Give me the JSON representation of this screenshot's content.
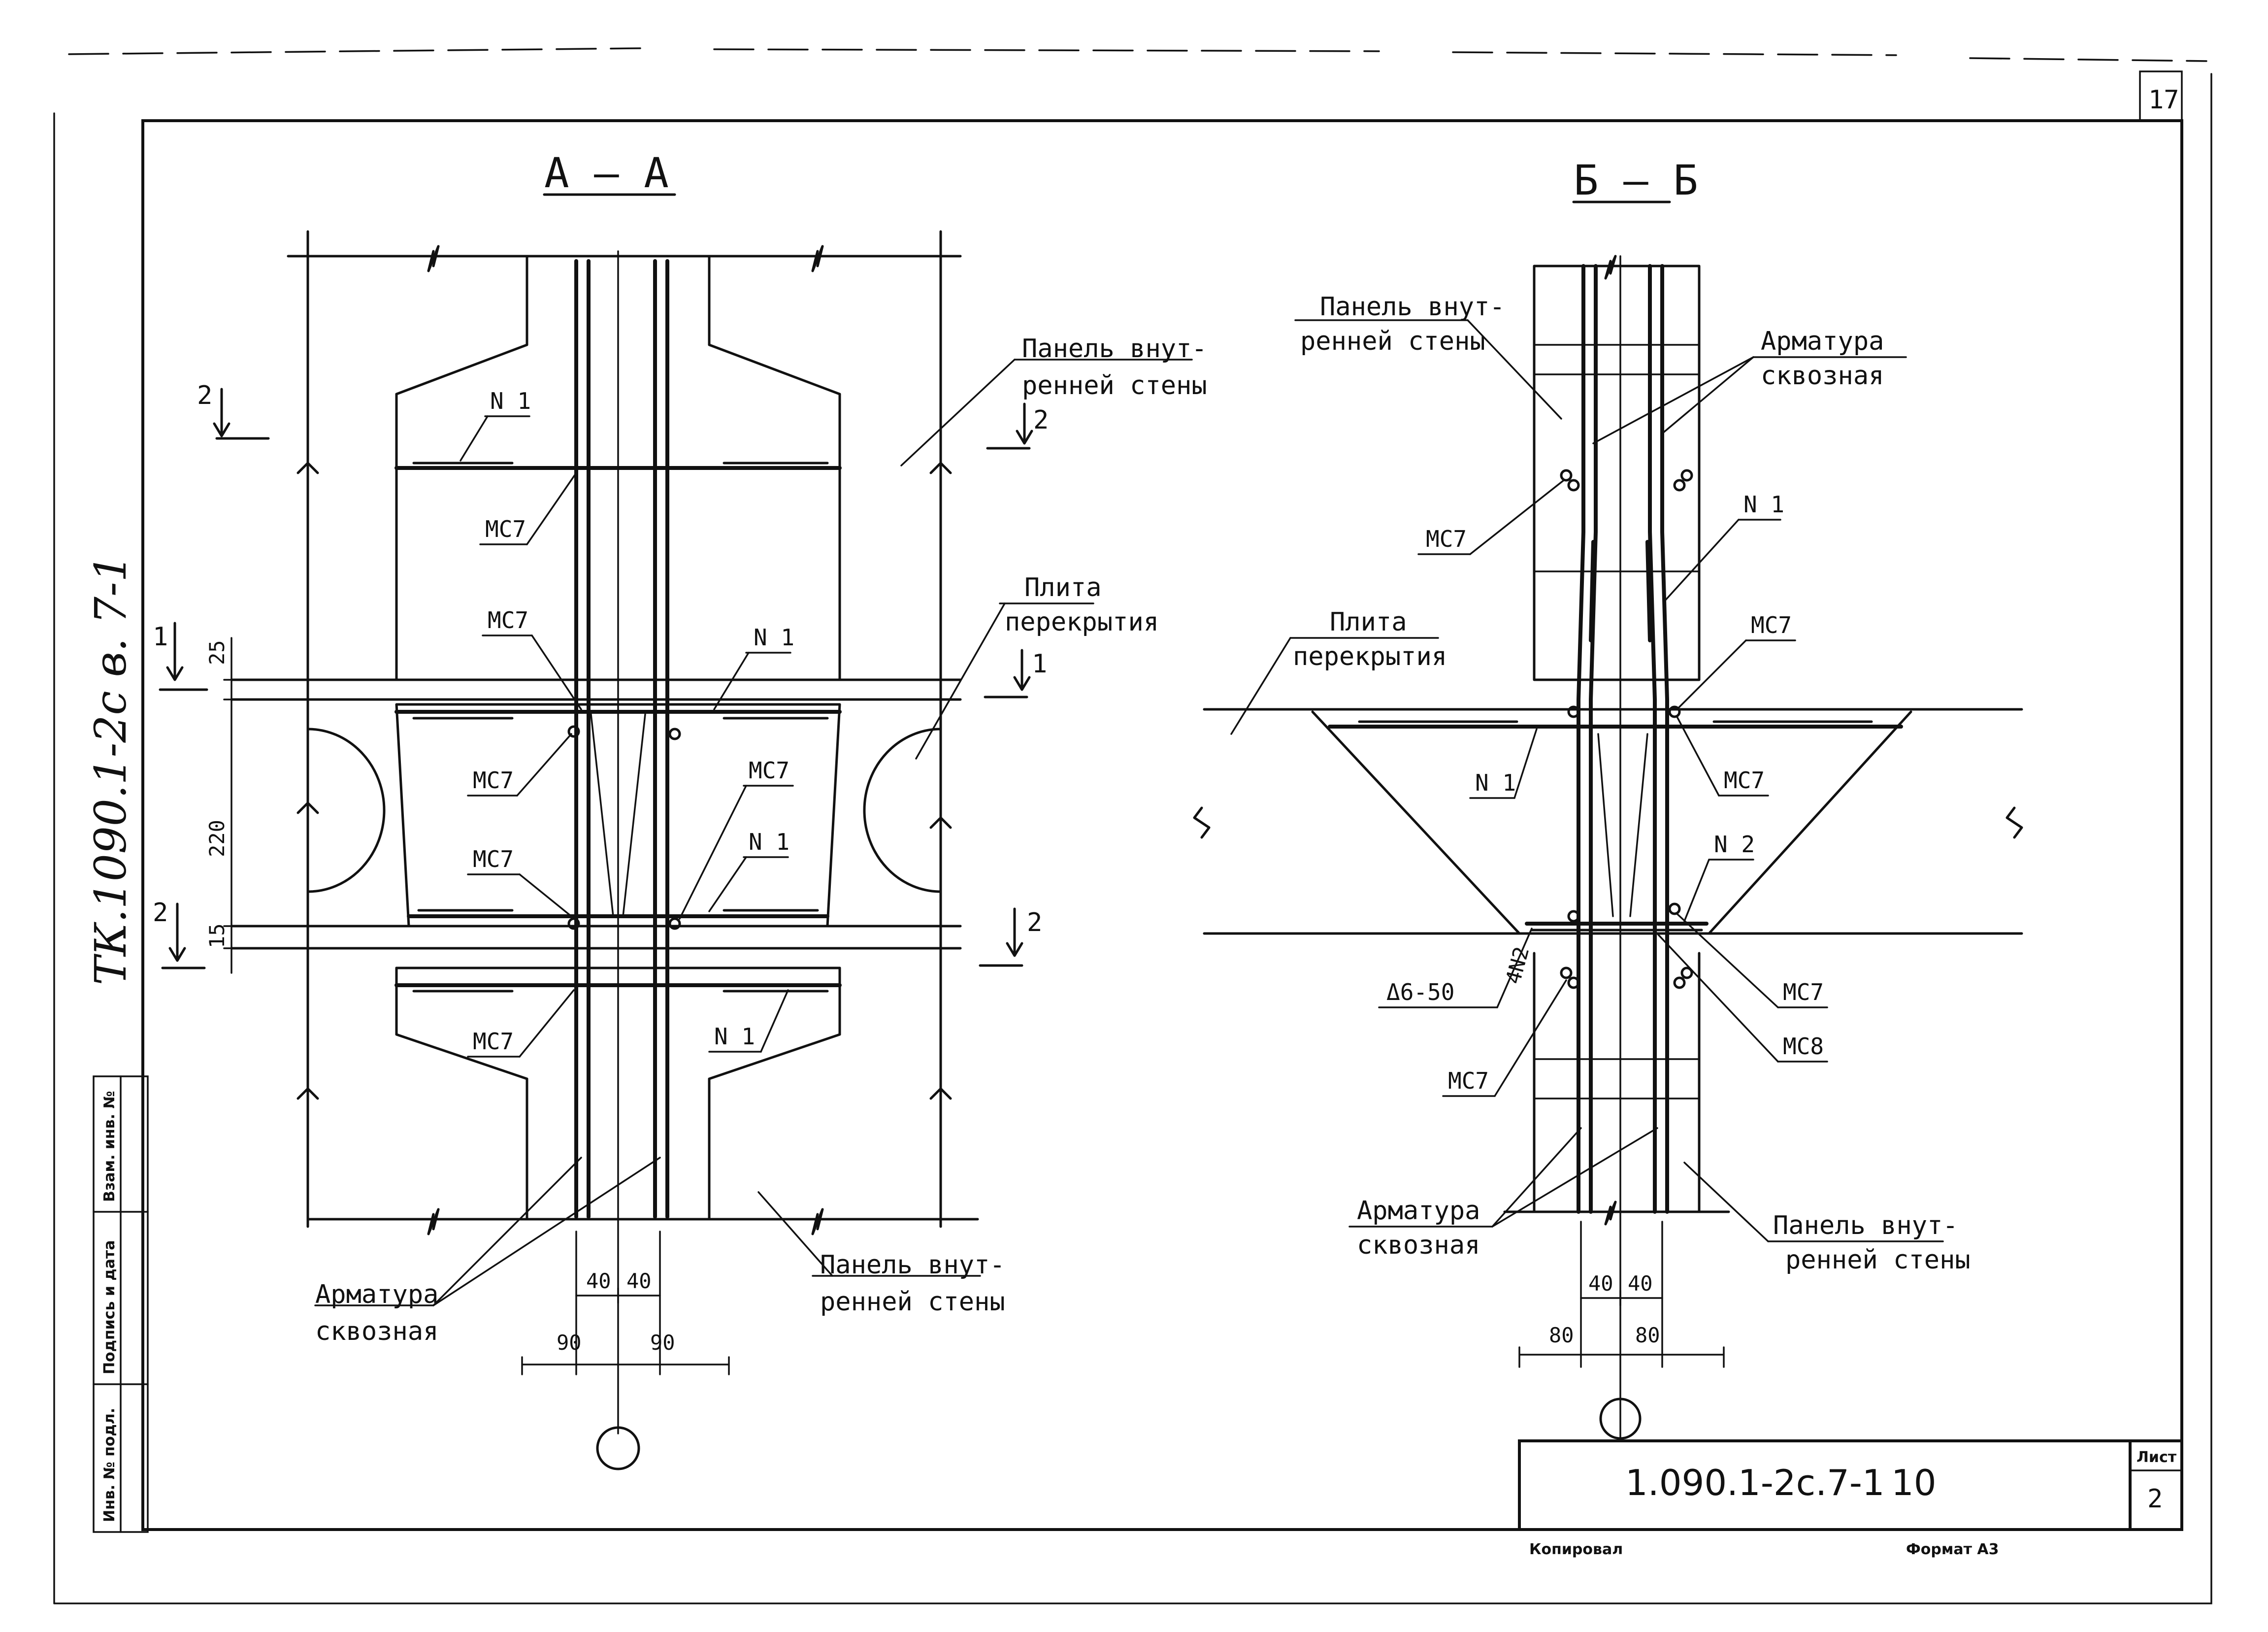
{
  "sheet": {
    "corner_number": "17",
    "drawing_code": "1.090.1-2с.7-1",
    "code_suffix": "10",
    "list_label": "Лист",
    "list_number": "2",
    "copied_label": "Копировал",
    "format_label": "Формат А3",
    "margin_handwritten": "ТК.1090.1-2с в. 7-1",
    "stamp_fields": [
      "Инв. № подл.",
      "Подпись и дата",
      "Взам. инв. №"
    ]
  },
  "section_aa": {
    "title": "А — А",
    "label_panel_right": [
      "Панель внут-",
      "ренней стены"
    ],
    "label_plate": [
      "Плита",
      "перекрытия"
    ],
    "label_panel_bottom": [
      "Панель внут-",
      "ренней стены"
    ],
    "label_rebar": [
      "Арматура",
      "сквозная"
    ],
    "marks": {
      "n1_top": "N 1",
      "mc7_top": "МС7",
      "mc7_mid_top": "МС7",
      "n1_mid": "N 1",
      "mc7_left_mid": "МС7",
      "mc7_right_mid": "МС7",
      "mc7_lower": "МС7",
      "n1_lower": "N 1",
      "mc7_bottom": "МС7",
      "n1_bottom": "N 1"
    },
    "cut_marks": [
      "2",
      "2",
      "1",
      "1",
      "2",
      "2"
    ],
    "dims": {
      "d25": "25",
      "d220": "220",
      "d15": "15",
      "d40a": "40",
      "d40b": "40",
      "d90a": "90",
      "d90b": "90"
    }
  },
  "section_bb": {
    "title": "Б — Б",
    "label_panel_top": [
      "Панель внут-",
      "ренней стены"
    ],
    "label_rebar_top": [
      "Арматура",
      "сквозная"
    ],
    "label_plate": [
      "Плита",
      "перекрытия"
    ],
    "label_rebar_bottom": [
      "Арматура",
      "сквозная"
    ],
    "label_panel_bottom": [
      "Панель внут-",
      "ренней стены"
    ],
    "marks": {
      "mc7_upper": "МС7",
      "n1_upper": "N 1",
      "mc7_right_top": "МС7",
      "n1_left": "N 1",
      "mc7_right": "МС7",
      "n2": "N 2",
      "weld": "Δ6-50",
      "n2_rot": "4N2",
      "mc7_right_low": "МС7",
      "mc8": "МС8",
      "mc7_lower_left": "МС7"
    },
    "dims": {
      "d40a": "40",
      "d40b": "40",
      "d80a": "80",
      "d80b": "80"
    }
  }
}
